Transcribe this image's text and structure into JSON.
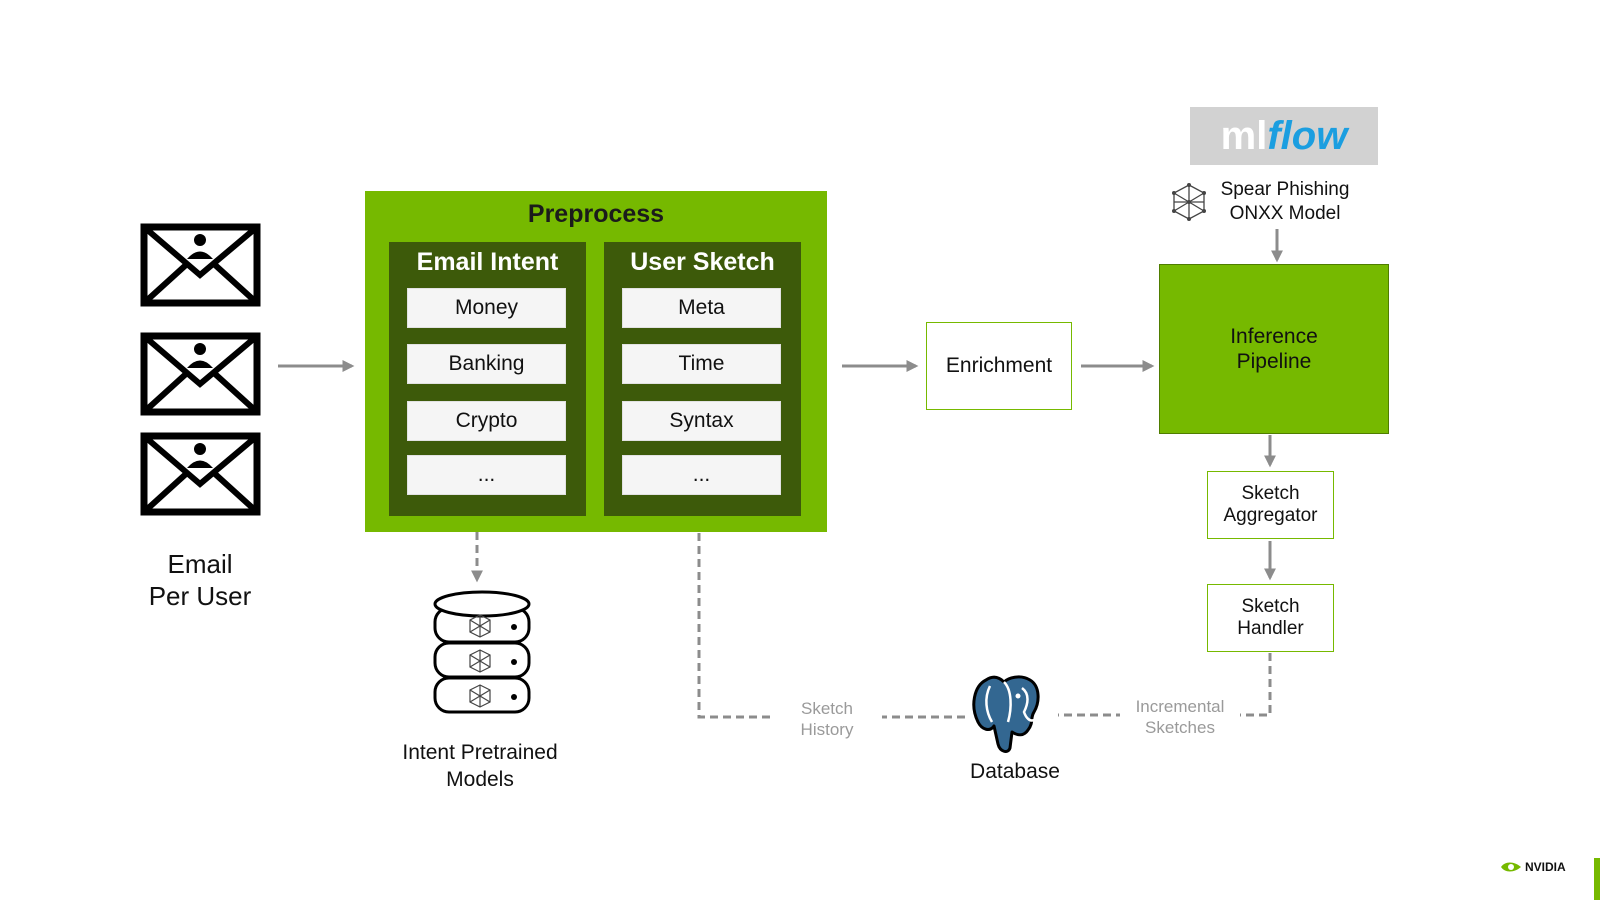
{
  "email": {
    "label_line1": "Email",
    "label_line2": "Per User"
  },
  "preprocess": {
    "title": "Preprocess",
    "email_intent": {
      "title": "Email Intent",
      "items": [
        "Money",
        "Banking",
        "Crypto",
        "..."
      ]
    },
    "user_sketch": {
      "title": "User Sketch",
      "items": [
        "Meta",
        "Time",
        "Syntax",
        "..."
      ]
    }
  },
  "intent_models": {
    "label_line1": "Intent Pretrained",
    "label_line2": "Models"
  },
  "enrichment": {
    "label": "Enrichment"
  },
  "mlflow": {
    "ml": "ml",
    "flow": "flow"
  },
  "onnx": {
    "label_line1": "Spear Phishing",
    "label_line2": "ONXX Model"
  },
  "inference": {
    "label_line1": "Inference",
    "label_line2": "Pipeline"
  },
  "sketch_aggregator": {
    "label_line1": "Sketch",
    "label_line2": "Aggregator"
  },
  "sketch_handler": {
    "label_line1": "Sketch",
    "label_line2": "Handler"
  },
  "database": {
    "label": "Database"
  },
  "edges": {
    "sketch_history_line1": "Sketch",
    "sketch_history_line2": "History",
    "incremental_line1": "Incremental",
    "incremental_line2": "Sketches"
  },
  "footer": {
    "brand": "NVIDIA"
  },
  "colors": {
    "accent": "#76b900",
    "panel": "#3d5a0a",
    "arrow": "#8c8c8c",
    "mlflow_blue": "#1b9ee0",
    "postgres_blue": "#336791"
  }
}
